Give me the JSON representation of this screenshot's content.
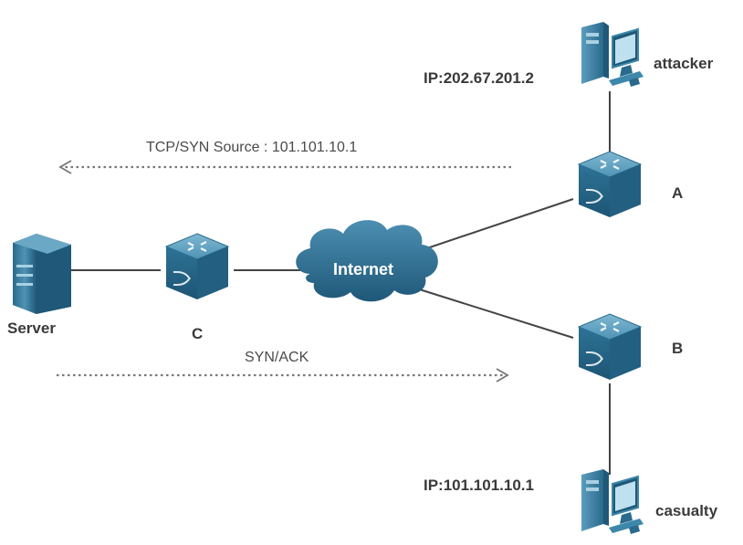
{
  "nodes": {
    "attacker": {
      "label": "attacker",
      "ip": "IP:202.67.201.2"
    },
    "switch_a": {
      "label": "A"
    },
    "switch_b": {
      "label": "B"
    },
    "switch_c": {
      "label": "C"
    },
    "server": {
      "label": "Server"
    },
    "internet": {
      "label": "Internet"
    },
    "casualty": {
      "label": "casualty",
      "ip": "IP:101.101.10.1"
    }
  },
  "flows": {
    "tcp_syn": {
      "label": "TCP/SYN Source : 101.101.10.1",
      "direction": "left"
    },
    "syn_ack": {
      "label": "SYN/ACK",
      "direction": "right"
    }
  },
  "colors": {
    "device_dark": "#1f5a78",
    "device_light": "#3d87aa",
    "cloud": "#2a6687",
    "link": "#444444",
    "arrow": "#777777"
  }
}
